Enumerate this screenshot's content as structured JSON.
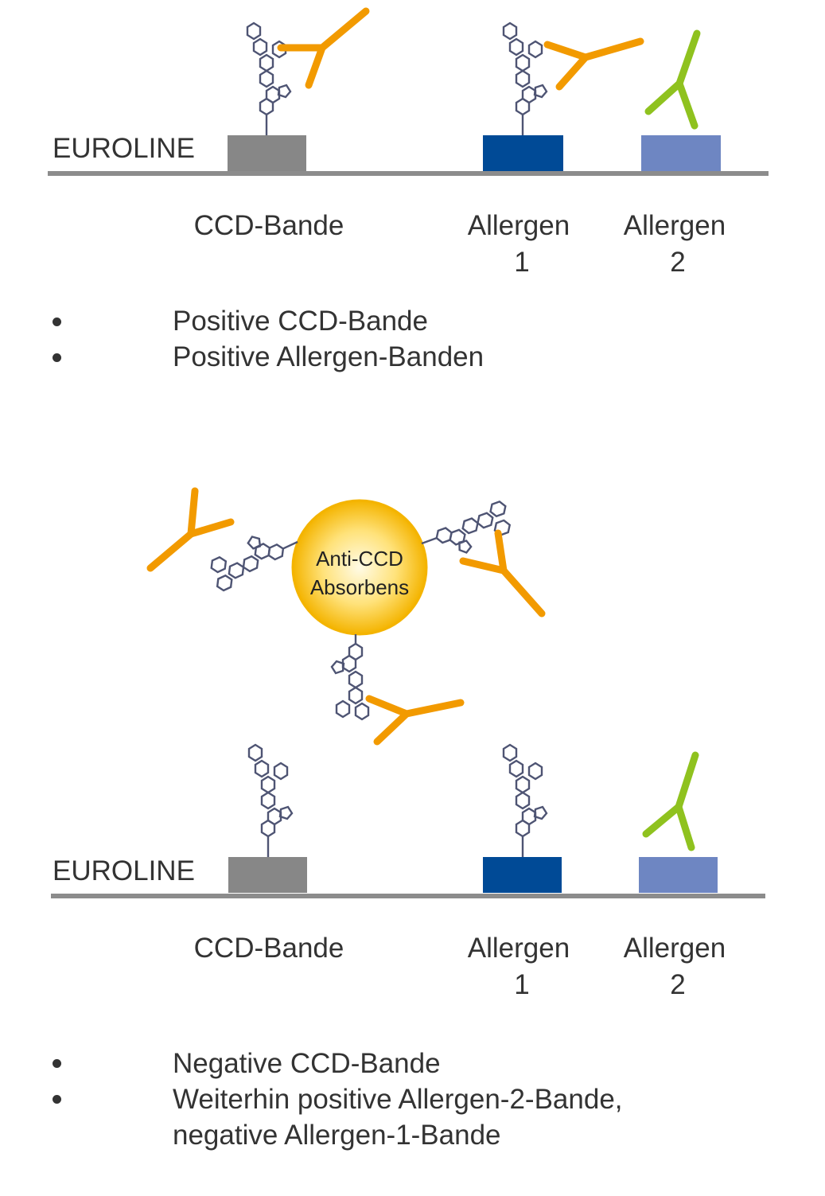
{
  "colors": {
    "baseline": "#8c8c8c",
    "ccd_band": "#878787",
    "allergen1_band": "#004a96",
    "allergen2_band": "#6e86c2",
    "antibody_ccd": "#f29a00",
    "antibody_specific": "#8fc21f",
    "glycan": "#4e5473",
    "bead_outer": "#f4b400",
    "bead_inner": "#fffbe6"
  },
  "panel_top": {
    "membrane_label": "EUROLINE",
    "band_labels": {
      "ccd": "CCD-Bande",
      "allergen1_line1": "Allergen",
      "allergen1_line2": "1",
      "allergen2_line1": "Allergen",
      "allergen2_line2": "2"
    },
    "bullets": [
      "Positive CCD-Bande",
      "Positive Allergen-Banden"
    ]
  },
  "bead": {
    "line1": "Anti-CCD",
    "line2": "Absorbens"
  },
  "panel_bottom": {
    "membrane_label": "EUROLINE",
    "band_labels": {
      "ccd": "CCD-Bande",
      "allergen1_line1": "Allergen",
      "allergen1_line2": "1",
      "allergen2_line1": "Allergen",
      "allergen2_line2": "2"
    },
    "bullets": [
      "Negative CCD-Bande",
      "Weiterhin positive Allergen-2-Bande,",
      "negative Allergen-1-Bande"
    ]
  }
}
